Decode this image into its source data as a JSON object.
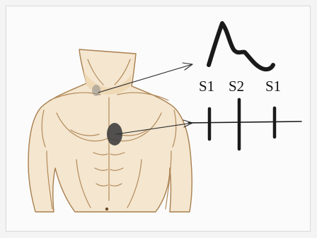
{
  "labels": {
    "s1_first": "S1",
    "s2": "S2",
    "s1_second": "S1"
  }
}
